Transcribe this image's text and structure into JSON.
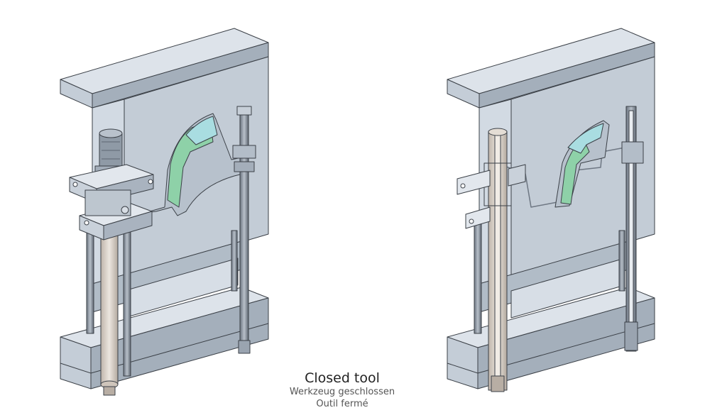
{
  "caption": {
    "title": "Closed tool",
    "german": "Werkzeug geschlossen",
    "french": "Outil fermé"
  },
  "colors": {
    "steel_face": "#c9d2dc",
    "steel_side": "#9aa6b3",
    "steel_top": "#dde3ea",
    "outline": "#3b4047",
    "pin": "#d8cfc6",
    "cavity_green": "#8ed1a8",
    "cavity_cyan": "#a9dde1"
  }
}
